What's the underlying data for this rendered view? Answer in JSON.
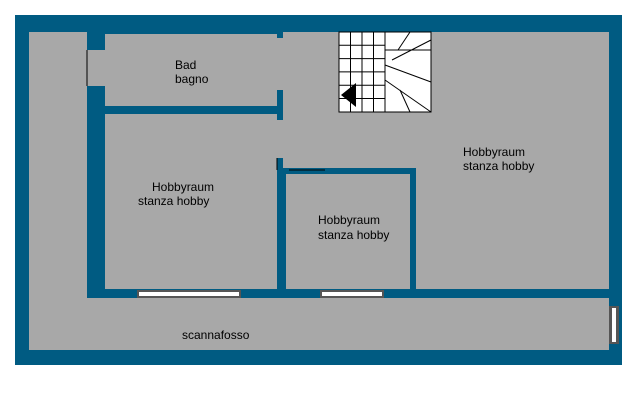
{
  "colors": {
    "wall": "#005b82",
    "floor": "#a8a8a8",
    "window_frame": "#555555",
    "window_glass": "#ffffff",
    "stairs": "#ffffff",
    "stair_lines": "#000000",
    "background": "#ffffff"
  },
  "rooms": {
    "bath": {
      "line1": "Bad",
      "line2": "bagno"
    },
    "hobby_left": {
      "line1": "Hobbyraum",
      "line2": "stanza hobby"
    },
    "hobby_center": {
      "line1": "Hobbyraum",
      "line2": "stanza hobby"
    },
    "hobby_right": {
      "line1": "Hobbyraum",
      "line2": "stanza hobby"
    },
    "corridor": {
      "label": "scannafosso"
    }
  }
}
